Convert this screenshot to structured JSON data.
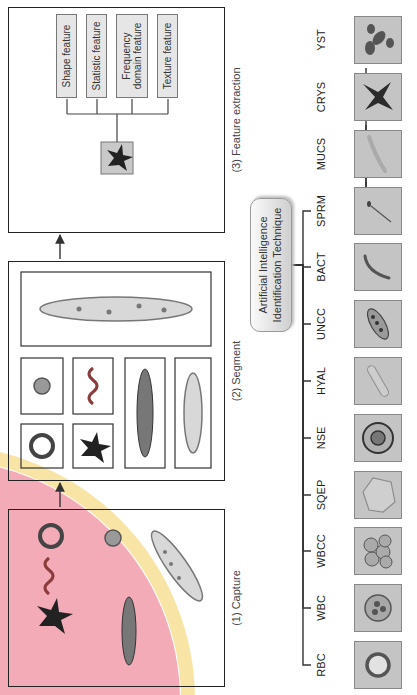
{
  "diagram": {
    "nodes": [
      {
        "text": [
          "(1) Capture"
        ]
      },
      {
        "text": [
          "(2) Segment"
        ]
      },
      {
        "text": [
          "(3) Feature extraction"
        ]
      },
      {
        "text": [
          "Shape feature"
        ],
        "in": 2
      },
      {
        "text": [
          "Statistic feature"
        ],
        "in": 2
      },
      {
        "text": [
          "Frequency domain feature"
        ],
        "in": 2
      },
      {
        "text": [
          "Texture feature"
        ],
        "in": 2
      },
      {
        "text": [
          "Artificial Intelligence Identification Technique"
        ]
      },
      {
        "text": [
          "RBC"
        ]
      },
      {
        "text": [
          "WBC"
        ]
      },
      {
        "text": [
          "WBCC"
        ]
      },
      {
        "text": [
          "SQEP"
        ]
      },
      {
        "text": [
          "NSE"
        ]
      },
      {
        "text": [
          "HYAL"
        ]
      },
      {
        "text": [
          "UNCC"
        ]
      },
      {
        "text": [
          "BACT"
        ]
      },
      {
        "text": [
          "SPRM"
        ]
      },
      {
        "text": [
          "MUCS"
        ]
      },
      {
        "text": [
          "CRYS"
        ]
      },
      {
        "text": [
          "YST"
        ]
      }
    ],
    "edges": [
      {
        "from": 0,
        "to": 1,
        "arrow": "to"
      },
      {
        "from": 1,
        "to": 2,
        "arrow": "to"
      },
      {
        "from": 7,
        "to": 8,
        "arrow": "none"
      },
      {
        "from": 7,
        "to": 9,
        "arrow": "none"
      },
      {
        "from": 7,
        "to": 10,
        "arrow": "none"
      },
      {
        "from": 7,
        "to": 11,
        "arrow": "none"
      },
      {
        "from": 7,
        "to": 12,
        "arrow": "none"
      },
      {
        "from": 7,
        "to": 13,
        "arrow": "none"
      },
      {
        "from": 7,
        "to": 14,
        "arrow": "none"
      },
      {
        "from": 7,
        "to": 15,
        "arrow": "none"
      },
      {
        "from": 7,
        "to": 16,
        "arrow": "none"
      },
      {
        "from": 7,
        "to": 17,
        "arrow": "none"
      },
      {
        "from": 7,
        "to": 18,
        "arrow": "none"
      },
      {
        "from": 7,
        "to": 19,
        "arrow": "none"
      }
    ]
  }
}
